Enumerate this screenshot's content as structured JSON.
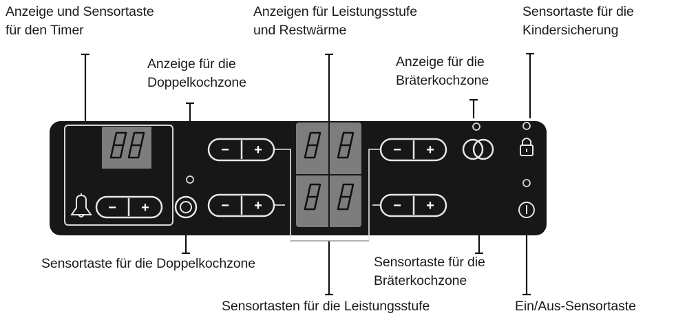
{
  "labels": {
    "timer": [
      "Anzeige und Sensortaste",
      "für den Timer"
    ],
    "power_display": [
      "Anzeigen für Leistungsstufe",
      "und Restwärme"
    ],
    "child_lock_key": [
      "Sensortaste für die",
      "Kindersicherung"
    ],
    "double_zone_display": [
      "Anzeige für die",
      "Doppelkochzone"
    ],
    "roaster_zone_display": [
      "Anzeige für die",
      "Bräterkochzone"
    ],
    "double_zone_key": "Sensortaste für die Doppelkochzone",
    "roaster_zone_key": [
      "Sensortaste für die",
      "Bräterkochzone"
    ],
    "power_keys": "Sensortasten für die Leistungsstufe",
    "on_off_key": "Ein/Aus-Sensortaste"
  },
  "panel": {
    "timer_display": "88",
    "power_displays": [
      "88",
      "88"
    ],
    "minus_symbol": "−",
    "plus_symbol": "+"
  },
  "colors": {
    "panel": "#171717",
    "display_bg": "#7d7d7d",
    "key_outline": "#e6e6e6",
    "text": "#1a1a1a"
  }
}
